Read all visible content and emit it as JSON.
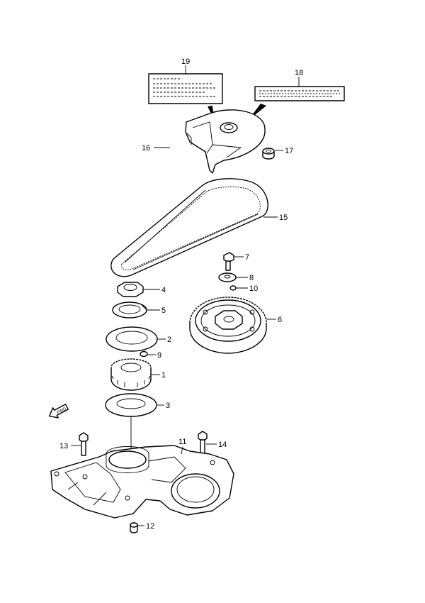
{
  "callouts": [
    {
      "id": "1",
      "text": "1"
    },
    {
      "id": "2",
      "text": "2"
    },
    {
      "id": "3",
      "text": "3"
    },
    {
      "id": "4",
      "text": "4"
    },
    {
      "id": "5",
      "text": "5"
    },
    {
      "id": "6",
      "text": "6"
    },
    {
      "id": "7",
      "text": "7"
    },
    {
      "id": "8",
      "text": "8"
    },
    {
      "id": "9",
      "text": "9"
    },
    {
      "id": "10",
      "text": "10"
    },
    {
      "id": "11",
      "text": "11"
    },
    {
      "id": "12",
      "text": "12"
    },
    {
      "id": "13",
      "text": "13"
    },
    {
      "id": "14",
      "text": "14"
    },
    {
      "id": "15",
      "text": "15"
    },
    {
      "id": "16",
      "text": "16"
    },
    {
      "id": "17",
      "text": "17"
    },
    {
      "id": "18",
      "text": "18"
    },
    {
      "id": "19",
      "text": "19"
    }
  ],
  "direction_marker": {
    "text": "FWD",
    "icon": "forward-arrow-icon"
  }
}
